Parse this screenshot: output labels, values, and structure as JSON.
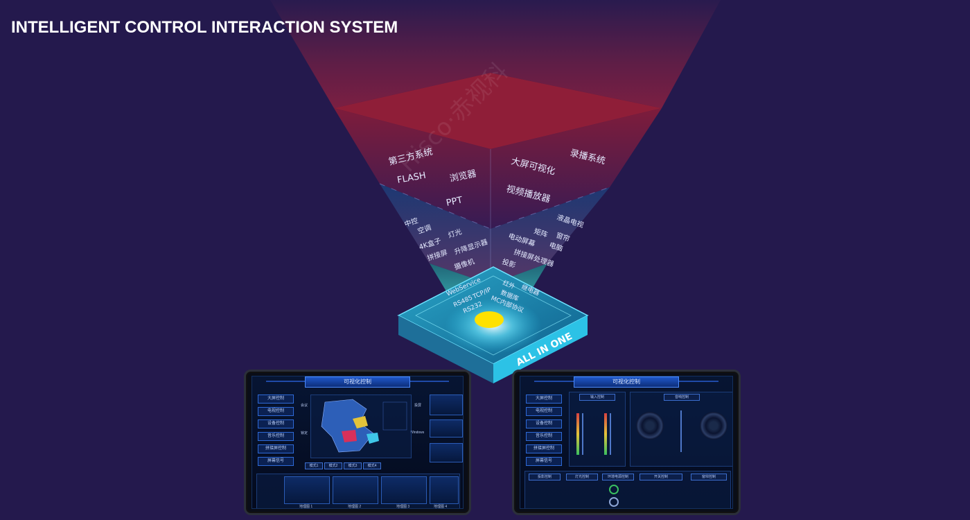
{
  "title": "INTELLIGENT CONTROL INTERACTION SYSTEM",
  "watermark": "Hisco·赤视科",
  "tiers": {
    "top": [
      "第三方系统",
      "FLASH",
      "浏览器",
      "PPT",
      "大屏可视化",
      "视频播放器",
      "录播系统"
    ],
    "middle_left": [
      "中控",
      "空调",
      "4K盒子",
      "灯光",
      "拼接屏",
      "升降显示器",
      "摄像机"
    ],
    "middle_right": [
      "液晶电视",
      "矩阵",
      "窗帘",
      "电动屏幕",
      "电脑",
      "拼接屏处理器",
      "投影"
    ],
    "core_left": [
      "WebService",
      "RS485",
      "TCP/IP",
      "RS232"
    ],
    "core_right": [
      "红外",
      "继电器",
      "数据库",
      "MC内部协议"
    ],
    "base_label": "ALL IN ONE"
  },
  "tablet_left": {
    "header": "可视化控制",
    "nav": [
      "大屏控制",
      "电视控制",
      "设备控制",
      "音乐控制",
      "拼接屏控制",
      "屏幕信号"
    ],
    "side_labels": [
      "会议",
      "锁定",
      "投屏",
      "Windows"
    ],
    "bottom_buttons": [
      "模式1",
      "模式2",
      "模式3",
      "模式4"
    ],
    "thumb_captions": [
      "地理图 1",
      "地理图 2",
      "地理图 3",
      "地理图 4"
    ]
  },
  "tablet_right": {
    "header": "可视化控制",
    "nav": [
      "大屏控制",
      "电视控制",
      "设备控制",
      "音乐控制",
      "拼接屏控制",
      "屏幕信号"
    ],
    "section_titles": [
      "输入控制",
      "音响控制"
    ],
    "bottom_titles": [
      "投影控制",
      "灯光控制",
      "环境电源控制",
      "开关控制",
      "窗帘控制"
    ]
  },
  "colors": {
    "background": "#24194d",
    "red_tier": "#8e1f3c",
    "blue_tier": "#1c3f7a",
    "chip": "#2cc2e6",
    "core_light": "#ffe100"
  }
}
